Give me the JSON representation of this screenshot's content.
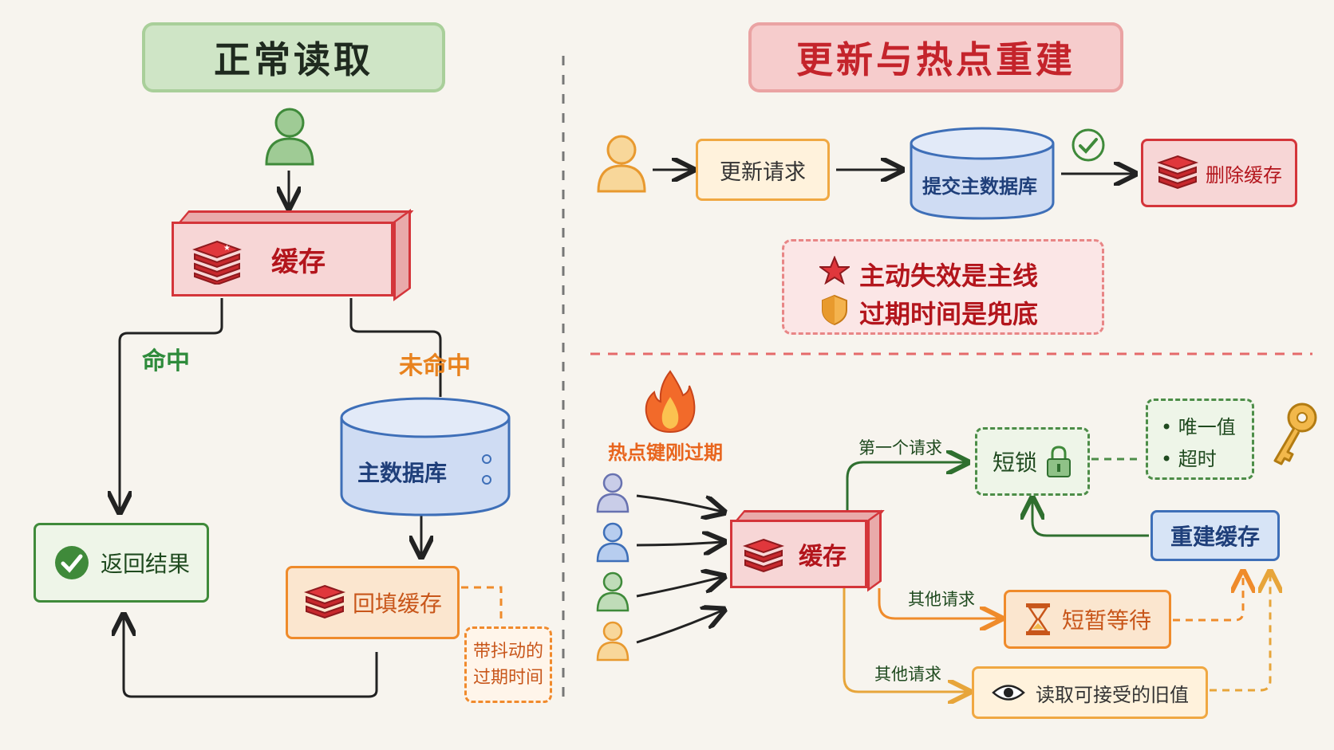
{
  "left_panel": {
    "title": "正常读取",
    "cache_label": "缓存",
    "hit_label": "命中",
    "miss_label": "未命中",
    "db_label": "主数据库",
    "result_label": "返回结果",
    "backfill_label": "回填缓存",
    "jitter_note_line1": "带抖动的",
    "jitter_note_line2": "过期时间"
  },
  "right_top": {
    "title": "更新与热点重建",
    "update_request": "更新请求",
    "commit_db": "提交主数据库",
    "delete_cache": "删除缓存",
    "principle_1": "主动失效是主线",
    "principle_2": "过期时间是兜底"
  },
  "right_bottom": {
    "hot_key_label": "热点键刚过期",
    "cache_label": "缓存",
    "first_request": "第一个请求",
    "short_lock": "短锁",
    "lock_props": [
      "• 唯一值",
      "• 超时"
    ],
    "rebuild_cache": "重建缓存",
    "other_request_1": "其他请求",
    "brief_wait": "短暂等待",
    "other_request_2": "其他请求",
    "read_stale": "读取可接受的旧值"
  },
  "colors": {
    "green": "#3f8a3a",
    "red": "#d4353a",
    "orange": "#ef8b2b",
    "blue": "#3e6fb8",
    "yellow": "#f0a842"
  }
}
